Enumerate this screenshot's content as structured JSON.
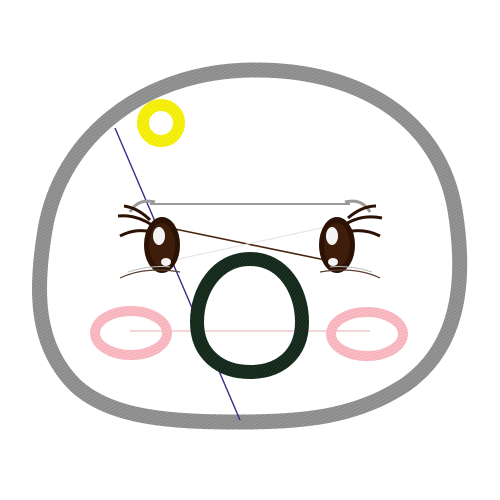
{
  "artwork": {
    "subject": "embroidered-face",
    "colors": {
      "background": "#ffffff",
      "head_outline": "#8f8f8f",
      "sun_ring": "#f5f000",
      "blush": "#f9b8c0",
      "mouth": "#183020",
      "eye_dark": "#2b1205",
      "eye_highlight": "#f4f4f4",
      "stitch_line_purple": "#3a2a8a",
      "stitch_line_brown": "#4a2410",
      "stitch_line_grey": "#9a9a9a",
      "stitch_line_pink": "#f2c8cc"
    },
    "elements": [
      "head-outline",
      "sun-ring",
      "left-eye",
      "right-eye",
      "mouth-ring",
      "left-blush",
      "right-blush",
      "brow-bar"
    ]
  }
}
